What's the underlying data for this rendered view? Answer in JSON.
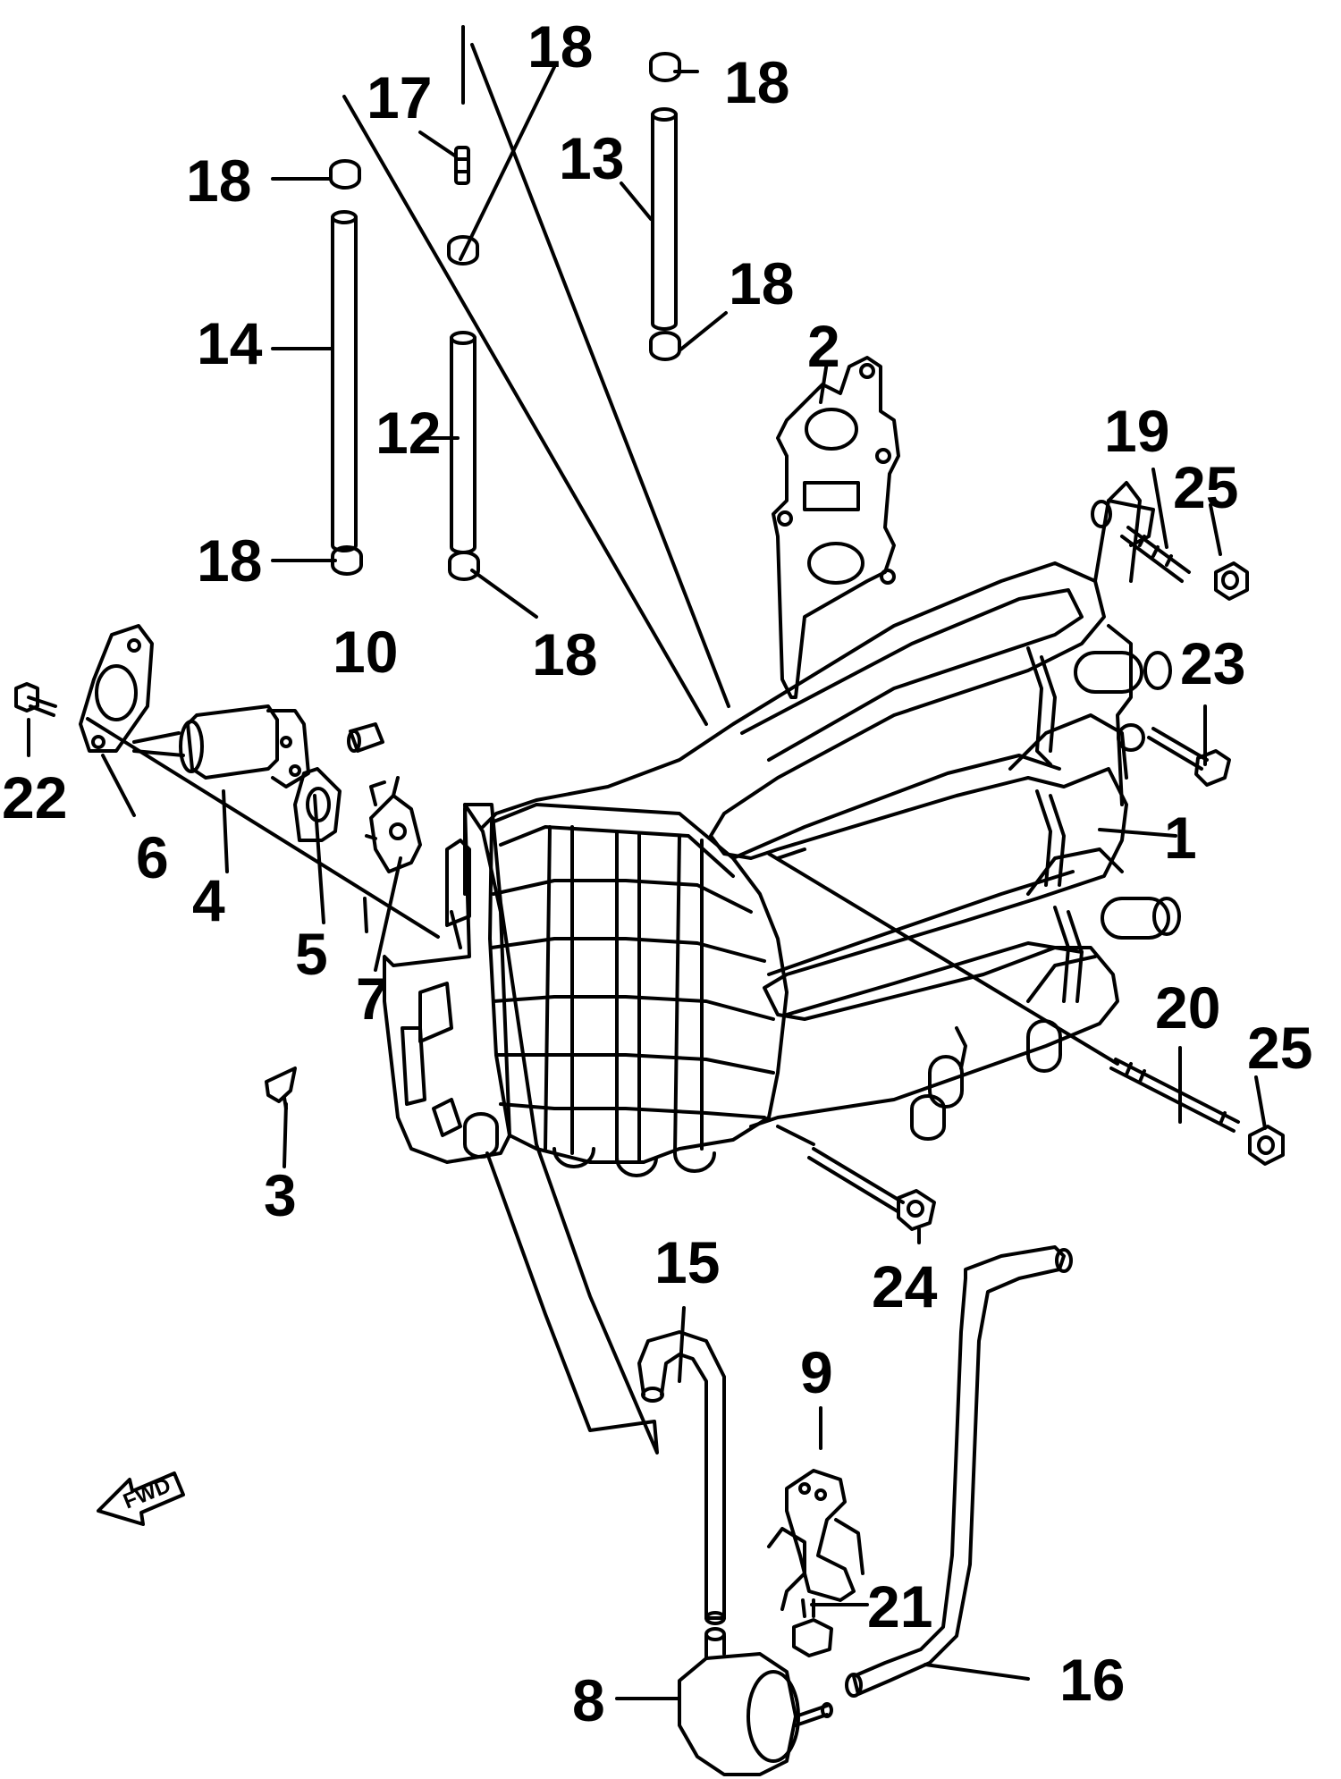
{
  "diagram": {
    "part_numbers": {
      "p1": "1",
      "p2": "2",
      "p3": "3",
      "p4": "4",
      "p5": "5",
      "p6": "6",
      "p7": "7",
      "p8": "8",
      "p9": "9",
      "p10": "10",
      "p12": "12",
      "p13": "13",
      "p14": "14",
      "p15": "15",
      "p16": "16",
      "p17": "17",
      "p18a": "18",
      "p18b": "18",
      "p18c": "18",
      "p18d": "18",
      "p18e": "18",
      "p18f": "18",
      "p19": "19",
      "p20": "20",
      "p21": "21",
      "p22": "22",
      "p23": "23",
      "p24": "24",
      "p25a": "25",
      "p25b": "25"
    },
    "direction_marker": "FWD",
    "line_color": "#000000",
    "background_color": "#ffffff"
  }
}
